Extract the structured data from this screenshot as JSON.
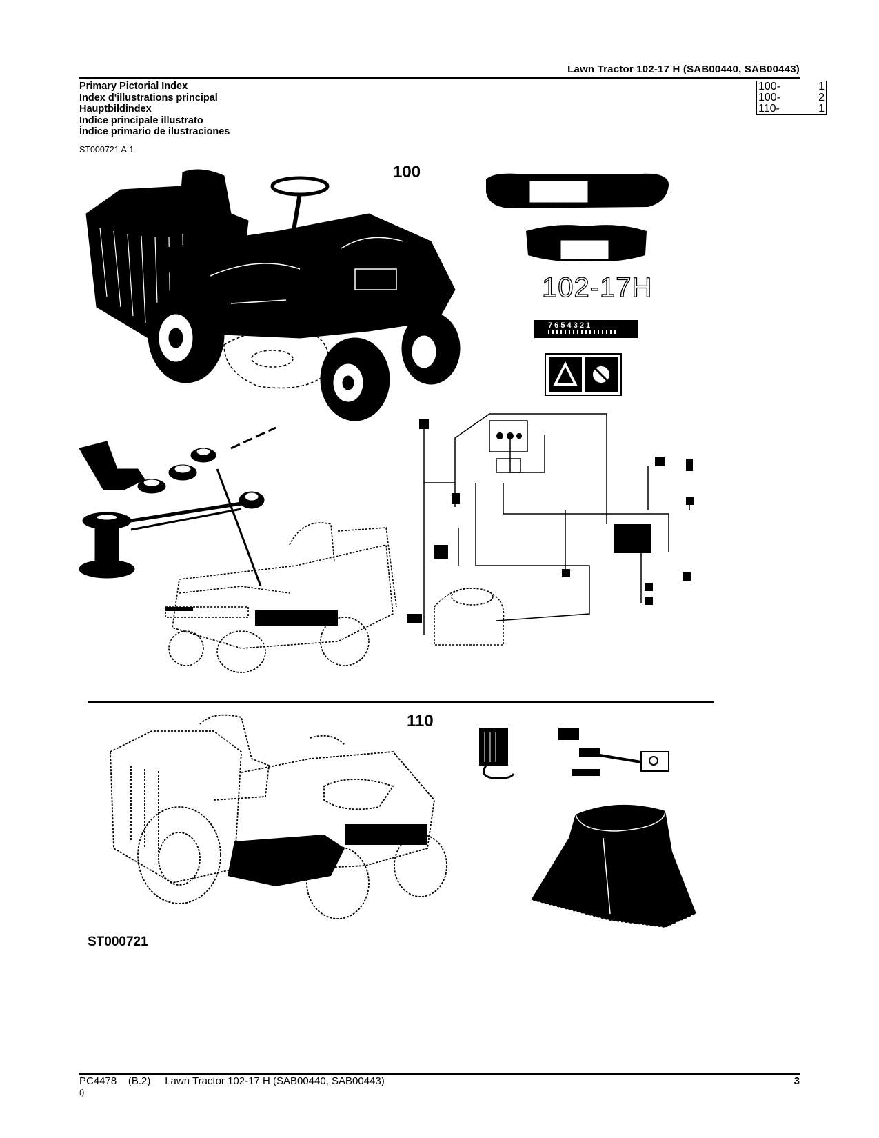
{
  "header": {
    "title": "Lawn Tractor 102-17 H (SAB00440, SAB00443)"
  },
  "index_titles": [
    "Primary Pictorial Index",
    "Index d'illustrations principal",
    "Hauptbildindex",
    "Indice principale illustrato",
    "Índice primario de ilustraciones"
  ],
  "code_line": "ST000721 A.1",
  "index_table": [
    {
      "section": "100-",
      "page": "1"
    },
    {
      "section": "100-",
      "page": "2"
    },
    {
      "section": "110-",
      "page": "1"
    }
  ],
  "sections": {
    "top": "100",
    "bottom": "110"
  },
  "decals": {
    "model_text": "102-17H",
    "speed_text": "7 6 5 4 3 2 1"
  },
  "figure_code": "ST000721",
  "footer": {
    "left": "PC4478    (B.2)     Lawn Tractor 102-17 H (SAB00440, SAB00443)",
    "page": "3",
    "sub": "()"
  }
}
